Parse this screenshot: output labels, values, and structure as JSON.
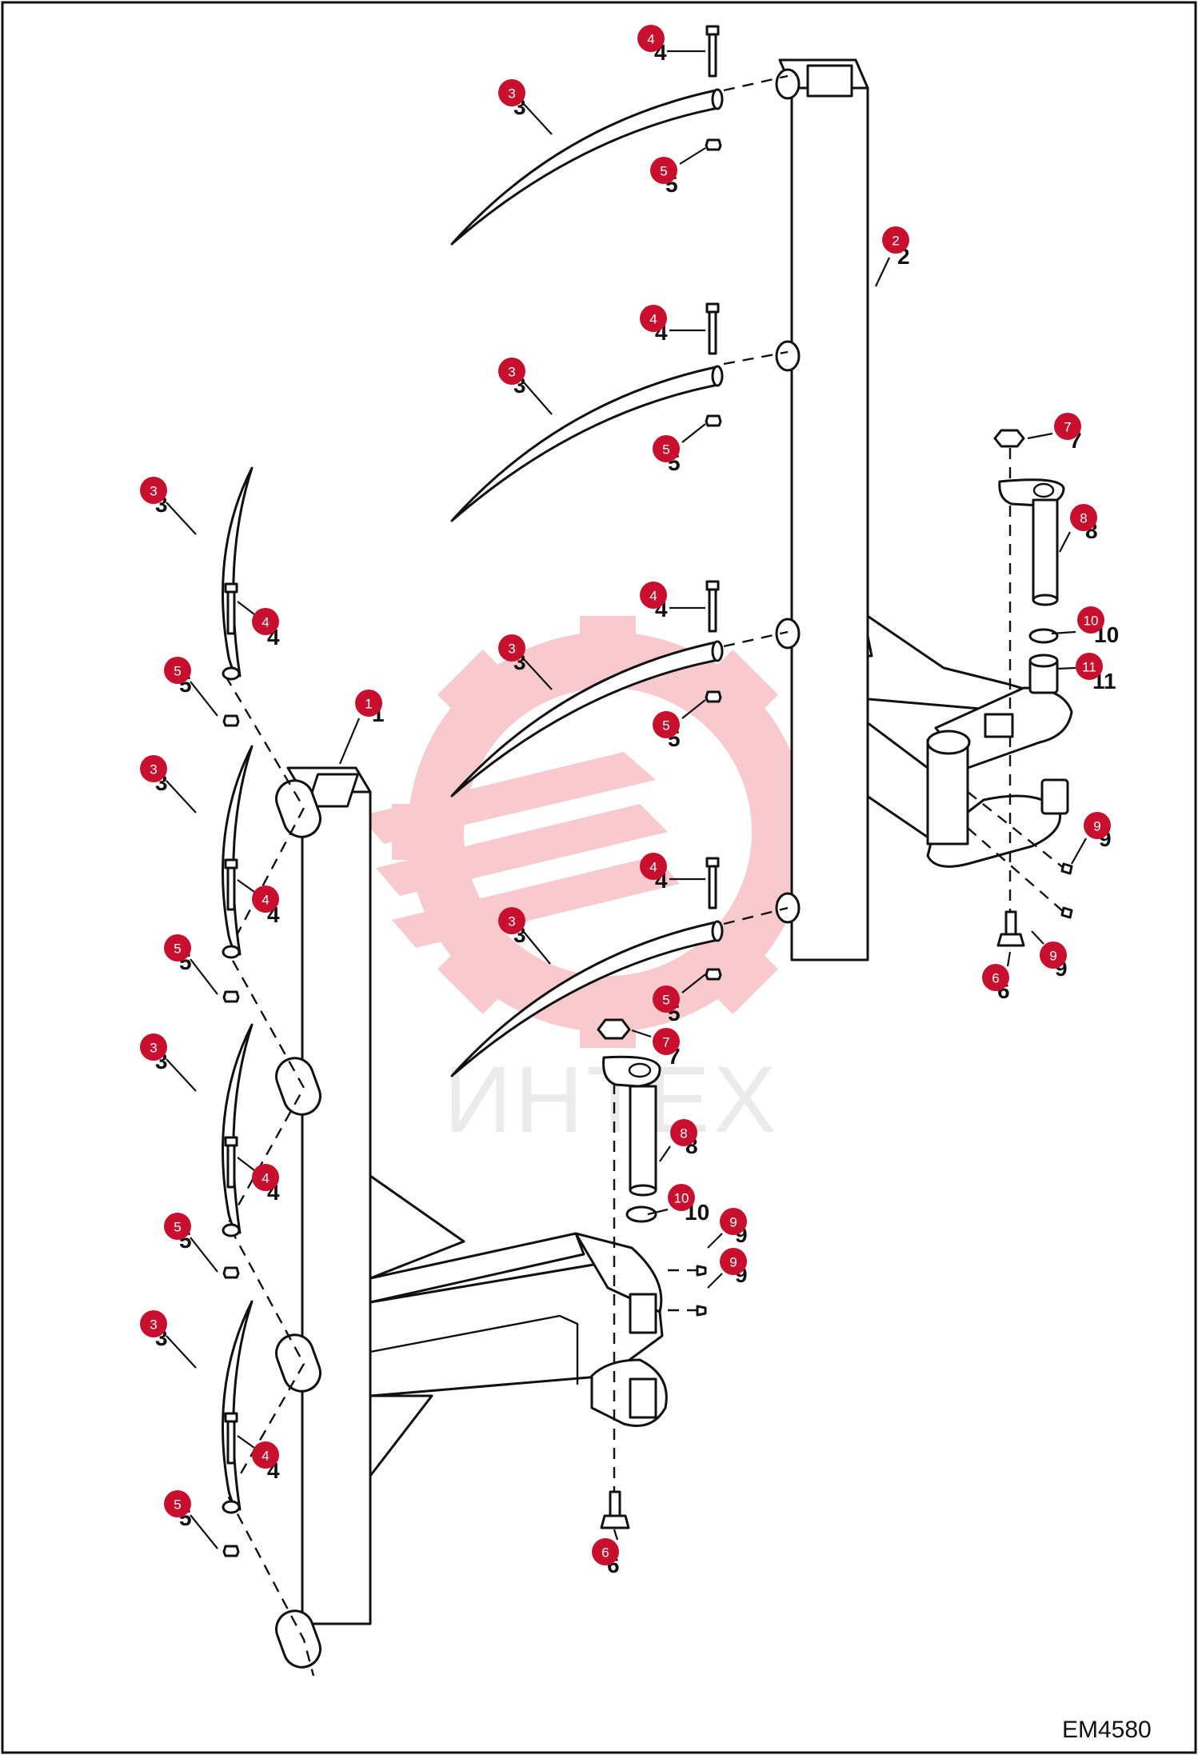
{
  "diagram": {
    "drawing_code": "EM4580",
    "watermark_text": "ИНТЕХ",
    "colors": {
      "callout": "#c8102e",
      "line": "#111111",
      "watermark": "#f4a0a6"
    },
    "callouts": [
      {
        "label": "1"
      },
      {
        "label": "2"
      },
      {
        "label": "3"
      },
      {
        "label": "4"
      },
      {
        "label": "5"
      },
      {
        "label": "6"
      },
      {
        "label": "7"
      },
      {
        "label": "8"
      },
      {
        "label": "9"
      },
      {
        "label": "10"
      },
      {
        "label": "11"
      }
    ]
  }
}
